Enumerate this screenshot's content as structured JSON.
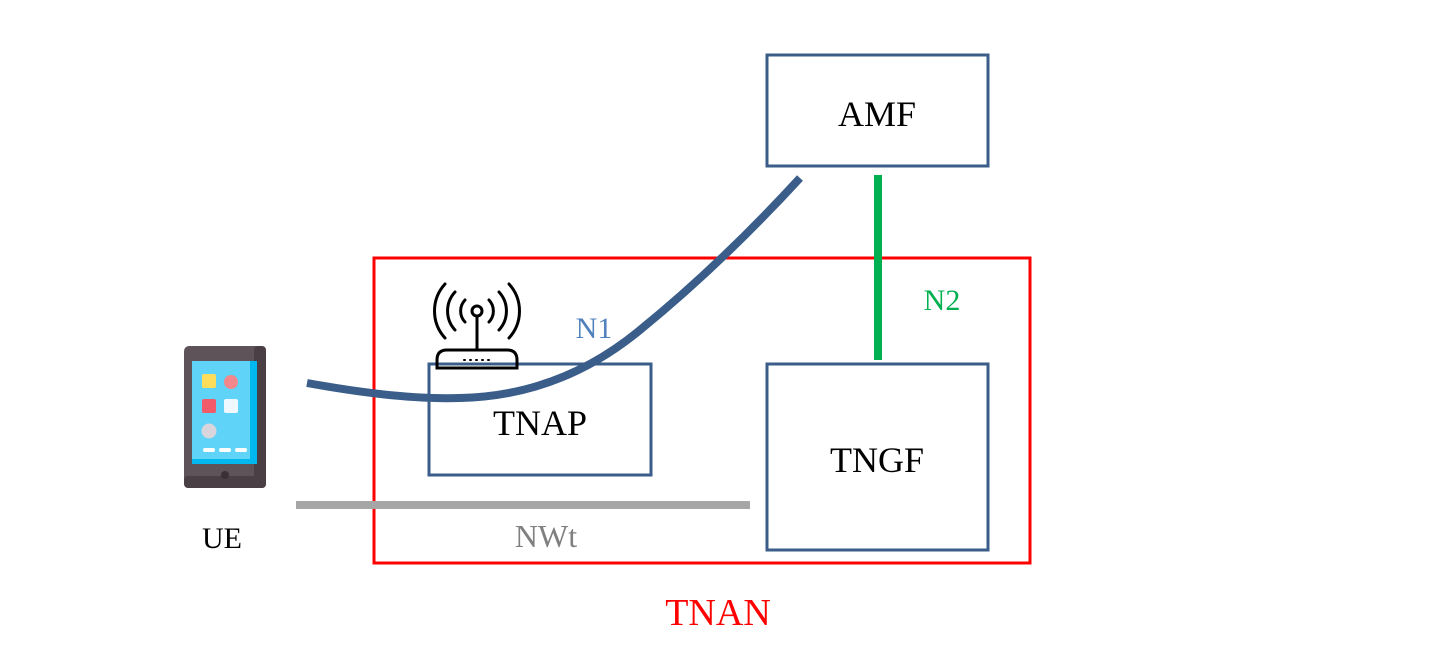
{
  "nodes": {
    "amf": "AMF",
    "tnap": "TNAP",
    "tngf": "TNGF",
    "ue": "UE"
  },
  "links": {
    "n1": "N1",
    "n2": "N2",
    "nwt": "NWt"
  },
  "group": {
    "tnan": "TNAN"
  },
  "colors": {
    "box_border": "#3A5D8A",
    "n1_line": "#3A5D8A",
    "n1_label": "#4F81BD",
    "n2_line": "#00B050",
    "nwt_line": "#A6A6A6",
    "nwt_label": "#808080",
    "tnan": "#FF0000"
  }
}
